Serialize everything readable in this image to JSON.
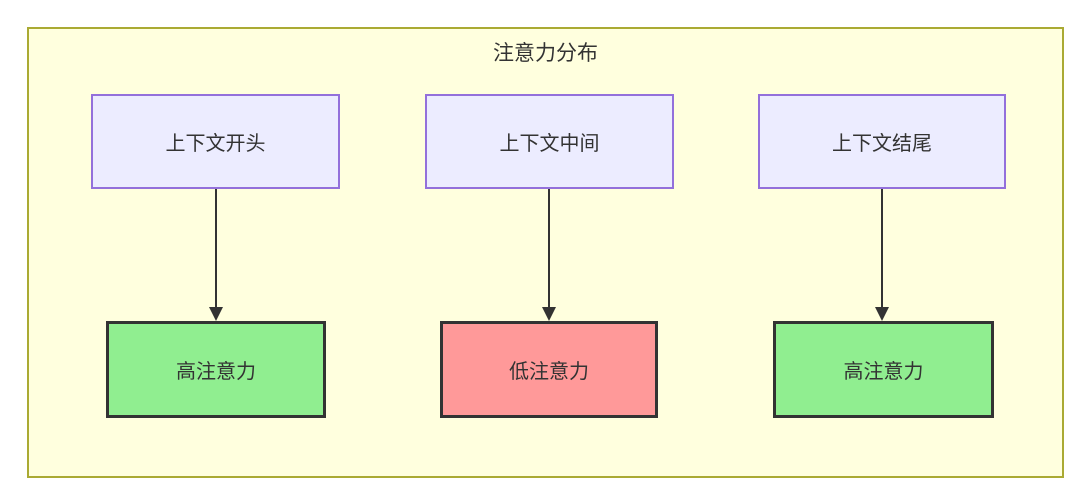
{
  "diagram": {
    "title": "注意力分布",
    "columns": [
      {
        "source": "上下文开头",
        "target": "高注意力",
        "attention_level": "high"
      },
      {
        "source": "上下文中间",
        "target": "低注意力",
        "attention_level": "low"
      },
      {
        "source": "上下文结尾",
        "target": "高注意力",
        "attention_level": "high"
      }
    ],
    "colors": {
      "container_bg": "#ffffde",
      "container_border": "#aaaa33",
      "source_bg": "#ececff",
      "source_border": "#9370db",
      "high_bg": "#90ee90",
      "low_bg": "#ff9999",
      "target_border": "#333333",
      "arrow": "#333333",
      "text": "#333333"
    }
  }
}
